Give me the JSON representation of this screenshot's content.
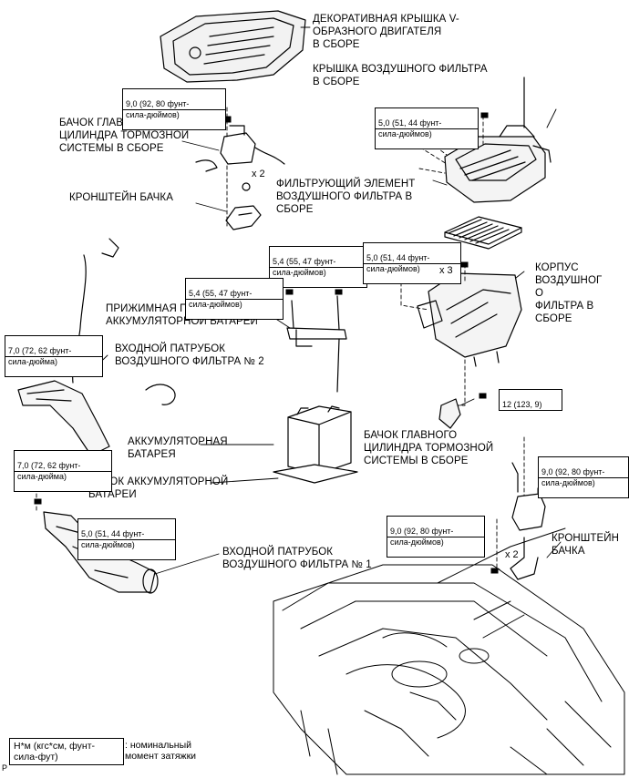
{
  "labels": {
    "engine_cover": "ДЕКОРАТИВНАЯ КРЫШКА V-\nОБРАЗНОГО ДВИГАТЕЛЯ\nВ СБОРЕ",
    "air_filter_cover": "КРЫШКА ВОЗДУШНОГО ФИЛЬТРА\nВ СБОРЕ",
    "brake_reservoir_top": "БАЧОК ГЛАВНОГО\nЦИЛИНДРА ТОРМОЗНОЙ\nСИСТЕМЫ В СБОРЕ",
    "reservoir_bracket_top": "КРОНШТЕЙН БАЧКА",
    "filter_element": "ФИЛЬТРУЮЩИЙ ЭЛЕМЕНТ\nВОЗДУШНОГО ФИЛЬТРА В\nСБОРЕ",
    "air_filter_case": "КОРПУС\nВОЗДУШНОГ\nО\nФИЛЬТРА В\nСБОРЕ",
    "battery_clamp": "ПРИЖИМНАЯ ПЛАНКА\nАККУМУЛЯТОРНОЙ БАТАРЕИ",
    "inlet_2": "ВХОДНОЙ ПАТРУБОК\nВОЗДУШНОГО ФИЛЬТРА № 2",
    "battery": "АККУМУЛЯТОРНАЯ\nБАТАРЕЯ",
    "battery_tray": "ЛОТОК АККУМУЛЯТОРНОЙ\nБАТАРЕИ",
    "brake_reservoir_bottom": "БАЧОК ГЛАВНОГО\nЦИЛИНДРА ТОРМОЗНОЙ\nСИСТЕМЫ В СБОРЕ",
    "reservoir_bracket_bottom": "КРОНШТЕЙН\nБАЧКА",
    "inlet_1": "ВХОДНОЙ ПАТРУБОК\nВОЗДУШНОГО ФИЛЬТРА № 1"
  },
  "torques": {
    "t1": {
      "value": "9,0 (92, 80 фунт-",
      "unit": "сила-дюймов)"
    },
    "t2": {
      "value": "5,0 (51, 44 фунт-",
      "unit": "сила-дюймов)"
    },
    "t3": {
      "value": "5,4 (55, 47 фунт-",
      "unit": "сила-дюймов)"
    },
    "t4": {
      "value": "5,0 (51, 44 фунт-",
      "unit": "сила-дюймов)"
    },
    "t5": {
      "value": "5,4 (55, 47 фунт-",
      "unit": "сила-дюймов)"
    },
    "t6": {
      "value": "7,0 (72, 62 фунт-",
      "unit": "сила-дюйма)"
    },
    "t7": {
      "value": "12 (123, 9)",
      "unit": ""
    },
    "t8": {
      "value": "7,0 (72, 62 фунт-",
      "unit": "сила-дюйма)"
    },
    "t9": {
      "value": "9,0 (92, 80 фунт-",
      "unit": "сила-дюймов)"
    },
    "t10": {
      "value": "5,0 (51, 44 фунт-",
      "unit": "сила-дюймов)"
    },
    "t11": {
      "value": "9,0 (92, 80 фунт-",
      "unit": "сила-дюймов)"
    }
  },
  "multipliers": {
    "m1": "x 2",
    "m2": "x 3",
    "m3": "x 2"
  },
  "legend": {
    "box": "Н*м (кгс*см, фунт-\nсила-фут)",
    "text": ": номинальный\nмомент затяжки"
  },
  "corner_mark": "P"
}
